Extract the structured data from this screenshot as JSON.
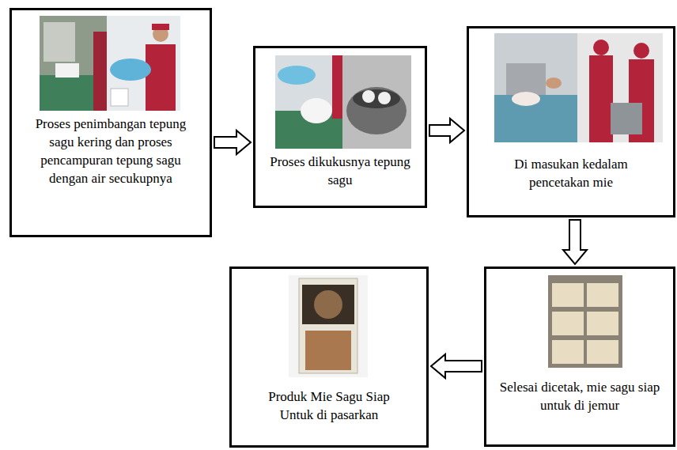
{
  "diagram": {
    "nodes": [
      {
        "text": [
          "Proses penimbangan tepung sagu kering dan proses pencampuran tepung sagu dengan air secukupnya"
        ]
      },
      {
        "text": [
          "Proses dikukusnya tepung sagu"
        ]
      },
      {
        "text": [
          "Di masukan kedalam pencetakan mie"
        ]
      },
      {
        "text": [
          "Selesai dicetak, mie sagu siap untuk di jemur"
        ]
      },
      {
        "text": [
          "Produk Mie Sagu Siap Untuk di pasarkan"
        ]
      }
    ],
    "edges": [
      {
        "from": 0,
        "to": 1,
        "arrow": "to"
      },
      {
        "from": 1,
        "to": 2,
        "arrow": "to"
      },
      {
        "from": 2,
        "to": 3,
        "arrow": "to"
      },
      {
        "from": 3,
        "to": 4,
        "arrow": "to"
      }
    ]
  }
}
